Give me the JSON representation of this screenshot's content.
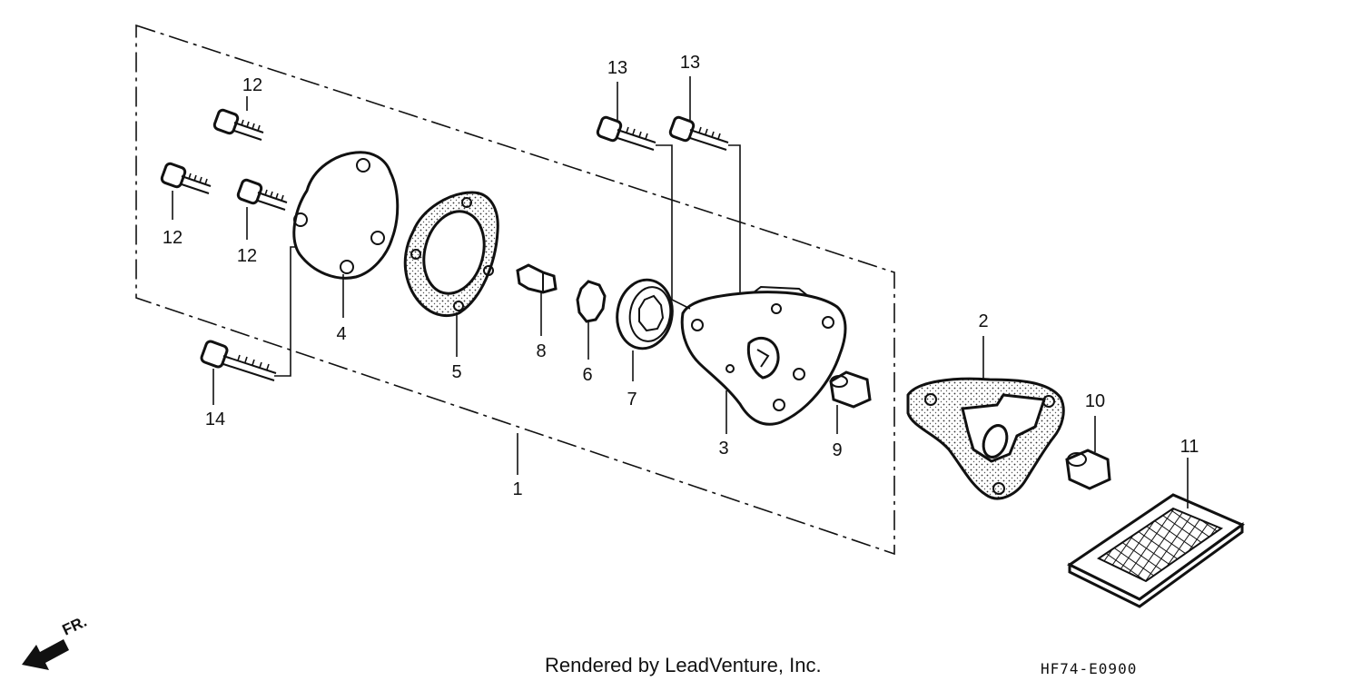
{
  "callouts": {
    "p1": "1",
    "p2": "2",
    "p3": "3",
    "p4": "4",
    "p5": "5",
    "p6": "6",
    "p7": "7",
    "p8": "8",
    "p9": "9",
    "p10": "10",
    "p11": "11",
    "p12a": "12",
    "p12b": "12",
    "p12c": "12",
    "p13a": "13",
    "p13b": "13",
    "p14": "14"
  },
  "direction_label": "FR.",
  "footer": {
    "credit": "Rendered by LeadVenture, Inc.",
    "code": "HF74-E0900"
  }
}
